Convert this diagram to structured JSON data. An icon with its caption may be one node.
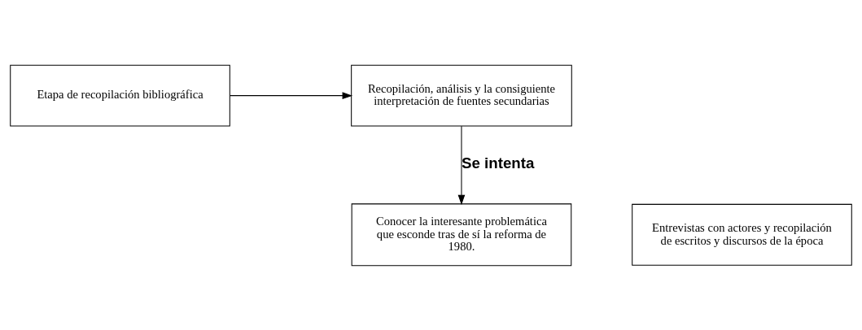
{
  "diagram": {
    "nodes": [
      {
        "text": [
          "Etapa de recopilación bibliográfica"
        ]
      },
      {
        "text": [
          "Recopilación, análisis y la consiguiente interpretación de fuentes secundarias"
        ]
      },
      {
        "text": [
          "Entrevistas con actores y recopilación de escritos y discursos de la época"
        ]
      },
      {
        "text": [
          "Conocer la interesante problemática que esconde tras de sí la reforma de 1980."
        ]
      }
    ],
    "edges": [
      {
        "from": 0,
        "to": 1,
        "arrow": "to"
      },
      {
        "from": 1,
        "to": 3,
        "arrow": "to",
        "label": "Se intenta"
      }
    ]
  }
}
